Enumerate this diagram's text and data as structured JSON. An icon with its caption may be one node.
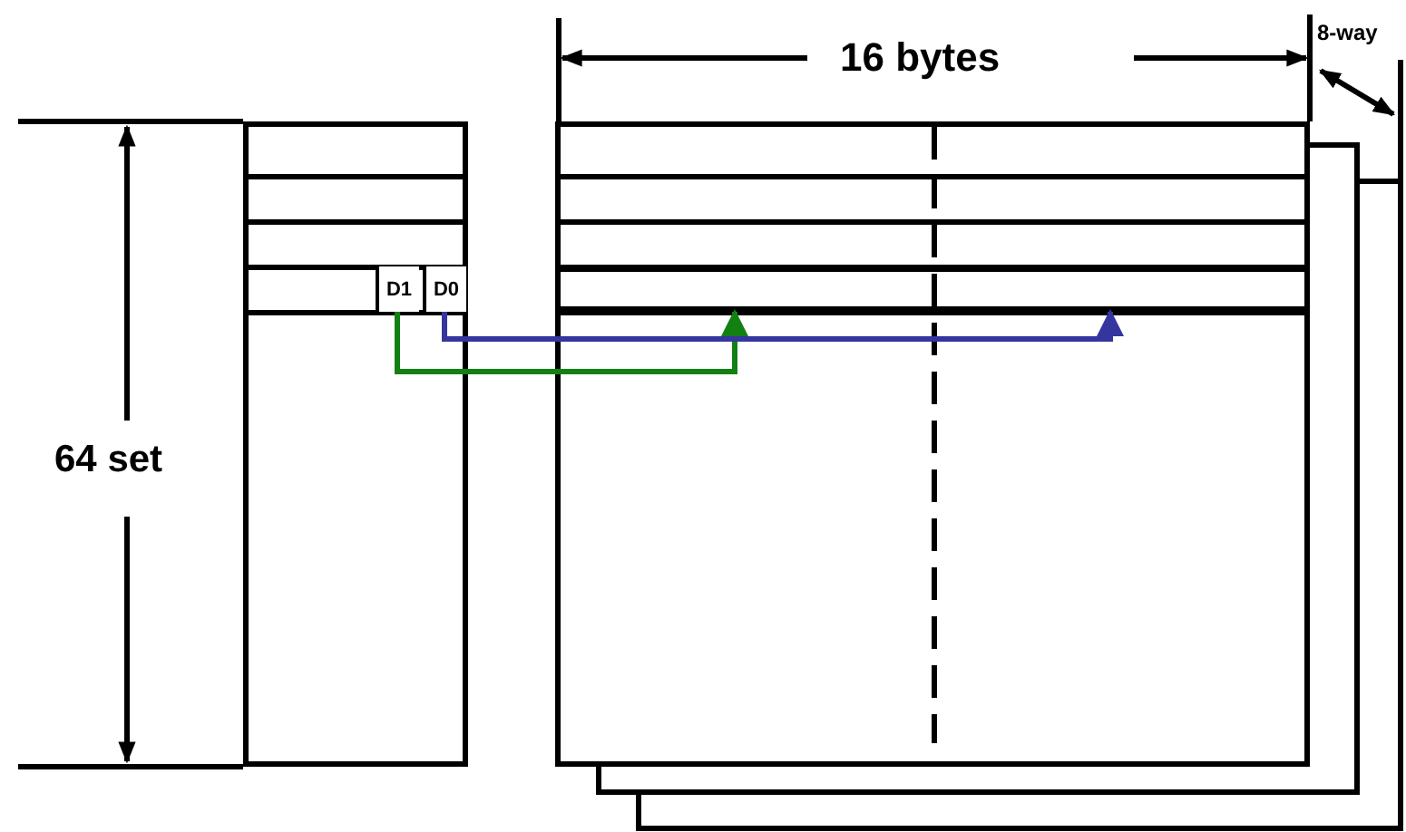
{
  "diagram": {
    "nodes": [
      {
        "text": [],
        "shape": "box"
      },
      {
        "text": [
          "D1"
        ],
        "in": 0
      },
      {
        "text": [
          "D0"
        ],
        "in": 0
      },
      {
        "text": [],
        "shape": "box"
      },
      {
        "text": [],
        "shape": "box",
        "in": 3
      }
    ],
    "edges": [
      {
        "from": 1,
        "to": 4,
        "arrow": "to",
        "color": "#138013"
      },
      {
        "from": 2,
        "to": 4,
        "arrow": "to",
        "color": "#3535a0"
      }
    ],
    "labels": [
      "16 bytes",
      "8-way",
      "64 set"
    ]
  }
}
